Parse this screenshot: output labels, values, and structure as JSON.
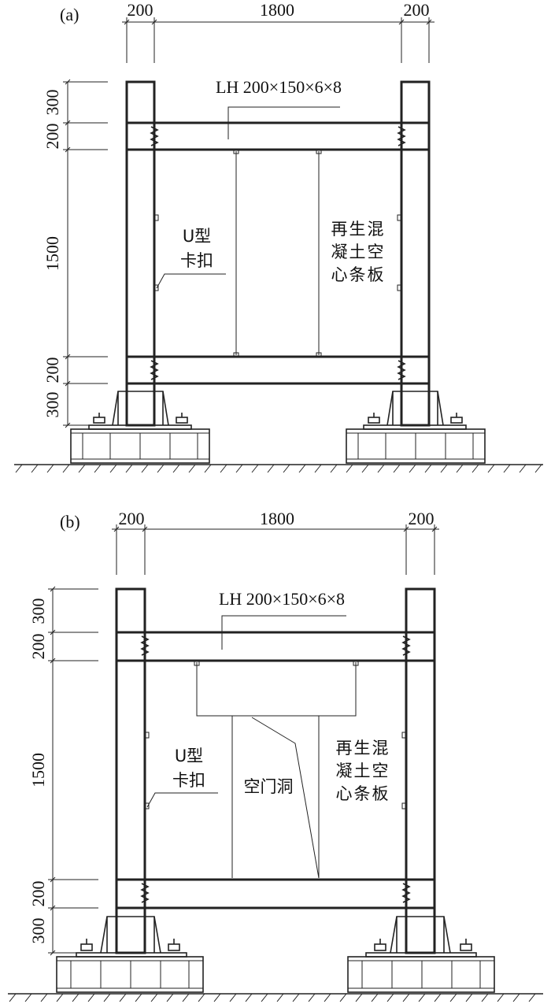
{
  "panels": [
    {
      "label": "(a)",
      "top_dims": [
        "200",
        "1800",
        "200"
      ],
      "side_dims": [
        "300",
        "200",
        "1500",
        "200",
        "300"
      ],
      "beam_label": "LH 200×150×6×8",
      "clip_label": [
        "U型",
        "卡扣"
      ],
      "panel_label": [
        "再生混",
        "凝土空",
        "心条板"
      ],
      "door_label": ""
    },
    {
      "label": "(b)",
      "top_dims": [
        "200",
        "1800",
        "200"
      ],
      "side_dims": [
        "300",
        "200",
        "1500",
        "200",
        "300"
      ],
      "beam_label": "LH 200×150×6×8",
      "clip_label": [
        "U型",
        "卡扣"
      ],
      "panel_label": [
        "再生混",
        "凝土空",
        "心条板"
      ],
      "door_label": "空门洞"
    }
  ]
}
